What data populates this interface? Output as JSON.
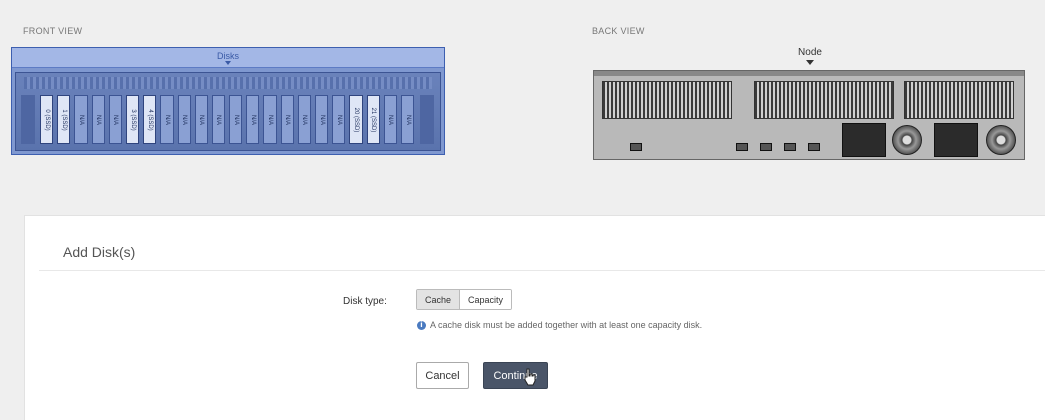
{
  "front_view": {
    "label": "FRONT VIEW",
    "header": "Disks",
    "bays": [
      "0 (SSD)",
      "1 (SSD)",
      "N/A",
      "N/A",
      "N/A",
      "3 (SSD)",
      "4 (SSD)",
      "N/A",
      "N/A",
      "N/A",
      "N/A",
      "N/A",
      "N/A",
      "N/A",
      "N/A",
      "N/A",
      "N/A",
      "N/A",
      "20 (SSD)",
      "21 (SSD)",
      "N/A",
      "N/A"
    ]
  },
  "back_view": {
    "label": "BACK VIEW",
    "caption": "Node"
  },
  "dialog": {
    "title": "Add Disk(s)",
    "disk_type_label": "Disk type:",
    "options": [
      "Cache",
      "Capacity"
    ],
    "selected": "Cache",
    "hint": "A cache disk must be added together with at least one capacity disk.",
    "cancel_label": "Cancel",
    "continue_label": "Continue"
  },
  "colors": {
    "front_highlight": "#7f98d0",
    "primary_button": "#4a5568",
    "info": "#4a7ac0"
  },
  "icons": {
    "info": "info-icon",
    "pointer": "hand-pointer-icon"
  }
}
